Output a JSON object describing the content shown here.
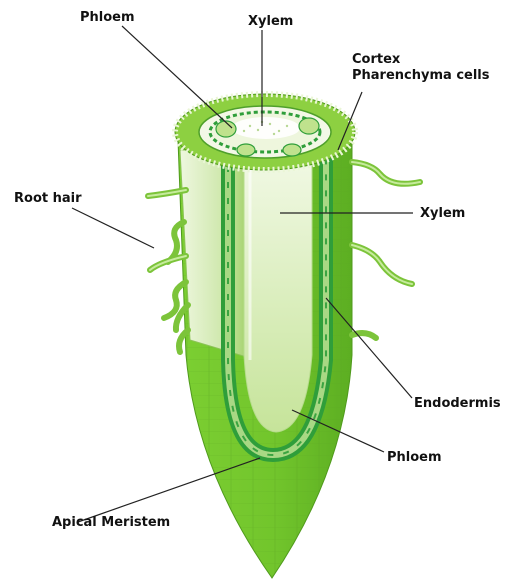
{
  "labels": {
    "phloem_top": "Phloem",
    "xylem_top": "Xylem",
    "cortex_line1": "Cortex",
    "cortex_line2": "Pharenchyma cells",
    "root_hair": "Root hair",
    "xylem_right": "Xylem",
    "endodermis": "Endodermis",
    "phloem_right": "Phloem",
    "apical_meristem": "Apical Meristem"
  },
  "colors": {
    "outer_green": "#6cc42a",
    "light_green": "#cde9a6",
    "endodermis_green": "#2f9e3a",
    "vascular_pale": "#d9ecc3",
    "leader_line": "#222222"
  }
}
